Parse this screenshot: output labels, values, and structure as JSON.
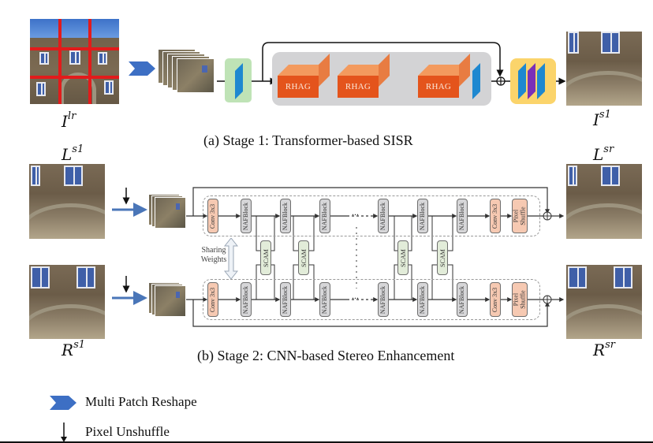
{
  "stage1": {
    "input_label": {
      "base": "I",
      "sup": "lr"
    },
    "output_label": {
      "base": "I",
      "sup": "s1"
    },
    "block_label": "RHAG",
    "caption": "(a) Stage 1: Transformer-based SISR",
    "num_rhag_shown": 3
  },
  "stage2": {
    "left_input_label": {
      "base": "L",
      "sup": "s1"
    },
    "right_input_label": {
      "base": "R",
      "sup": "s1"
    },
    "left_output_label": {
      "base": "L",
      "sup": "sr"
    },
    "right_output_label": {
      "base": "R",
      "sup": "sr"
    },
    "conv_label": "Conv 3x3",
    "naf_label": "NAFBlock",
    "scam_label": "SCAM",
    "pixel_shuffle_label": "Pixel Shuffle",
    "sharing_weights_label": "Sharing Weights",
    "ellipsis": "...",
    "caption": "(b) Stage 2: CNN-based Stereo Enhancement"
  },
  "legend": {
    "items": [
      {
        "icon": "chevron-arrow-icon",
        "label": "Multi Patch Reshape"
      },
      {
        "icon": "down-arrow-icon",
        "label": "Pixel Unshuffle"
      }
    ]
  },
  "colors": {
    "rhag": "#e4541c",
    "gray_panel": "#d3d3d5",
    "green_panel": "#bfe3b6",
    "yellow_panel": "#fbd46b",
    "blue_plane": "#1e88d0",
    "purple_plane": "#7a2fb8",
    "chevron": "#3d6fc4",
    "grid_red": "#e21b1b"
  }
}
